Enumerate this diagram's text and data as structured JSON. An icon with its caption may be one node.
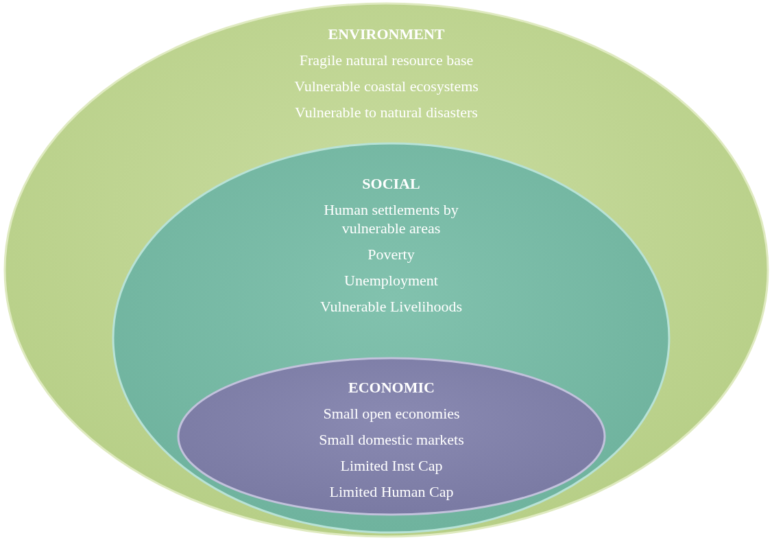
{
  "diagram": {
    "nodes": [
      {
        "text": [
          "ENVIRONMENT",
          "Fragile natural resource base",
          "Vulnerable coastal ecosystems",
          "Vulnerable to natural disasters"
        ]
      },
      {
        "text": [
          "SOCIAL",
          "Human settlements by vulnerable areas",
          "Poverty",
          "Unemployment",
          "Vulnerable Livelihoods"
        ],
        "in": 0
      },
      {
        "text": [
          "ECONOMIC",
          "Small open economies",
          "Small domestic markets",
          "Limited Inst Cap",
          "Limited Human Cap"
        ],
        "in": 1
      }
    ]
  }
}
